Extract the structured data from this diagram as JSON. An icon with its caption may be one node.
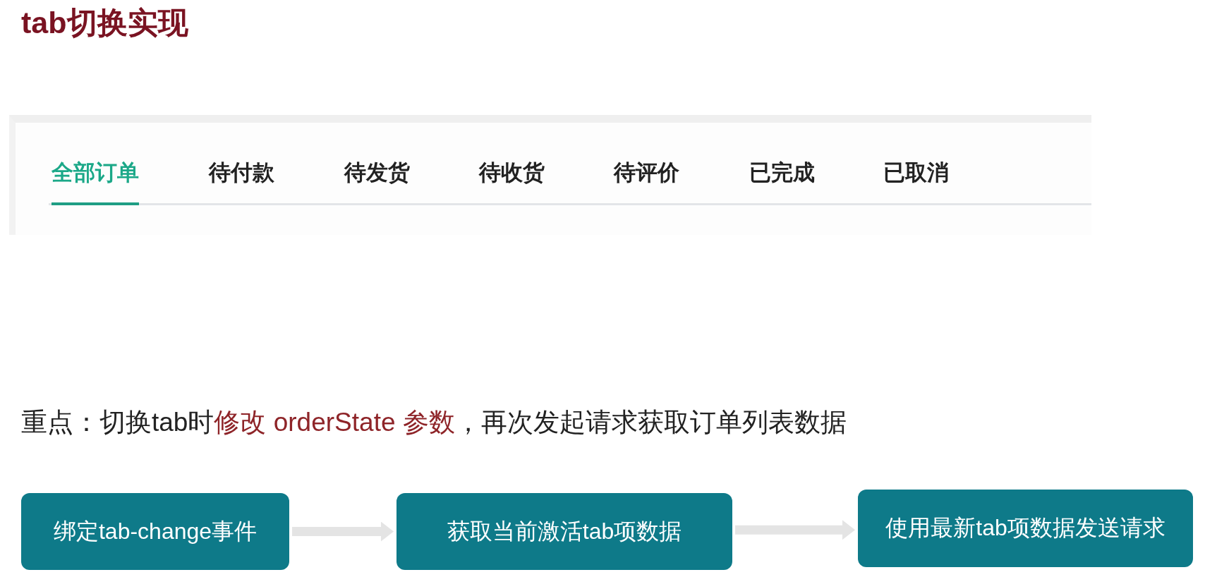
{
  "diagram": {
    "title": "tab切换实现",
    "nodes": [
      {
        "text": [
          "全部订单",
          "待付款",
          "待发货",
          "待收货",
          "待评价",
          "已完成",
          "已取消"
        ]
      },
      {
        "text": [
          "绑定tab-change事件"
        ]
      },
      {
        "text": [
          "获取当前激活tab项数据"
        ]
      },
      {
        "text": [
          "使用最新tab项数据发送请求"
        ]
      }
    ],
    "edges": [
      {
        "from": 1,
        "to": 2,
        "arrow": "to"
      },
      {
        "from": 2,
        "to": 3,
        "arrow": "to"
      }
    ],
    "labels": [
      "重点：切换tab时**修改 orderState 参数**，再次发起请求获取订单列表数据"
    ]
  }
}
